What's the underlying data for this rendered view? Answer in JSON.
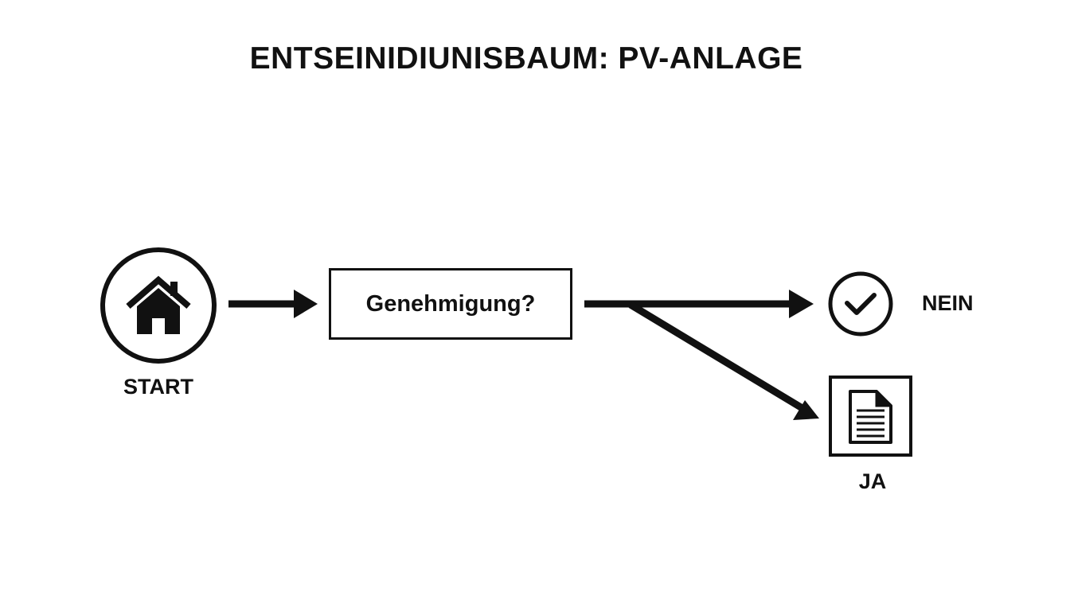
{
  "diagram": {
    "title": "ENTSEINIDIUNISBAUM: PV-ANLAGE",
    "start": {
      "label": "START",
      "icon": "house-icon"
    },
    "decision": {
      "label": "Genehmigung?"
    },
    "outcomes": {
      "nein": {
        "label": "NEIN",
        "icon": "check-circle-icon"
      },
      "ja": {
        "label": "JA",
        "icon": "document-icon"
      }
    },
    "colors": {
      "stroke": "#111111",
      "background": "#ffffff"
    }
  }
}
